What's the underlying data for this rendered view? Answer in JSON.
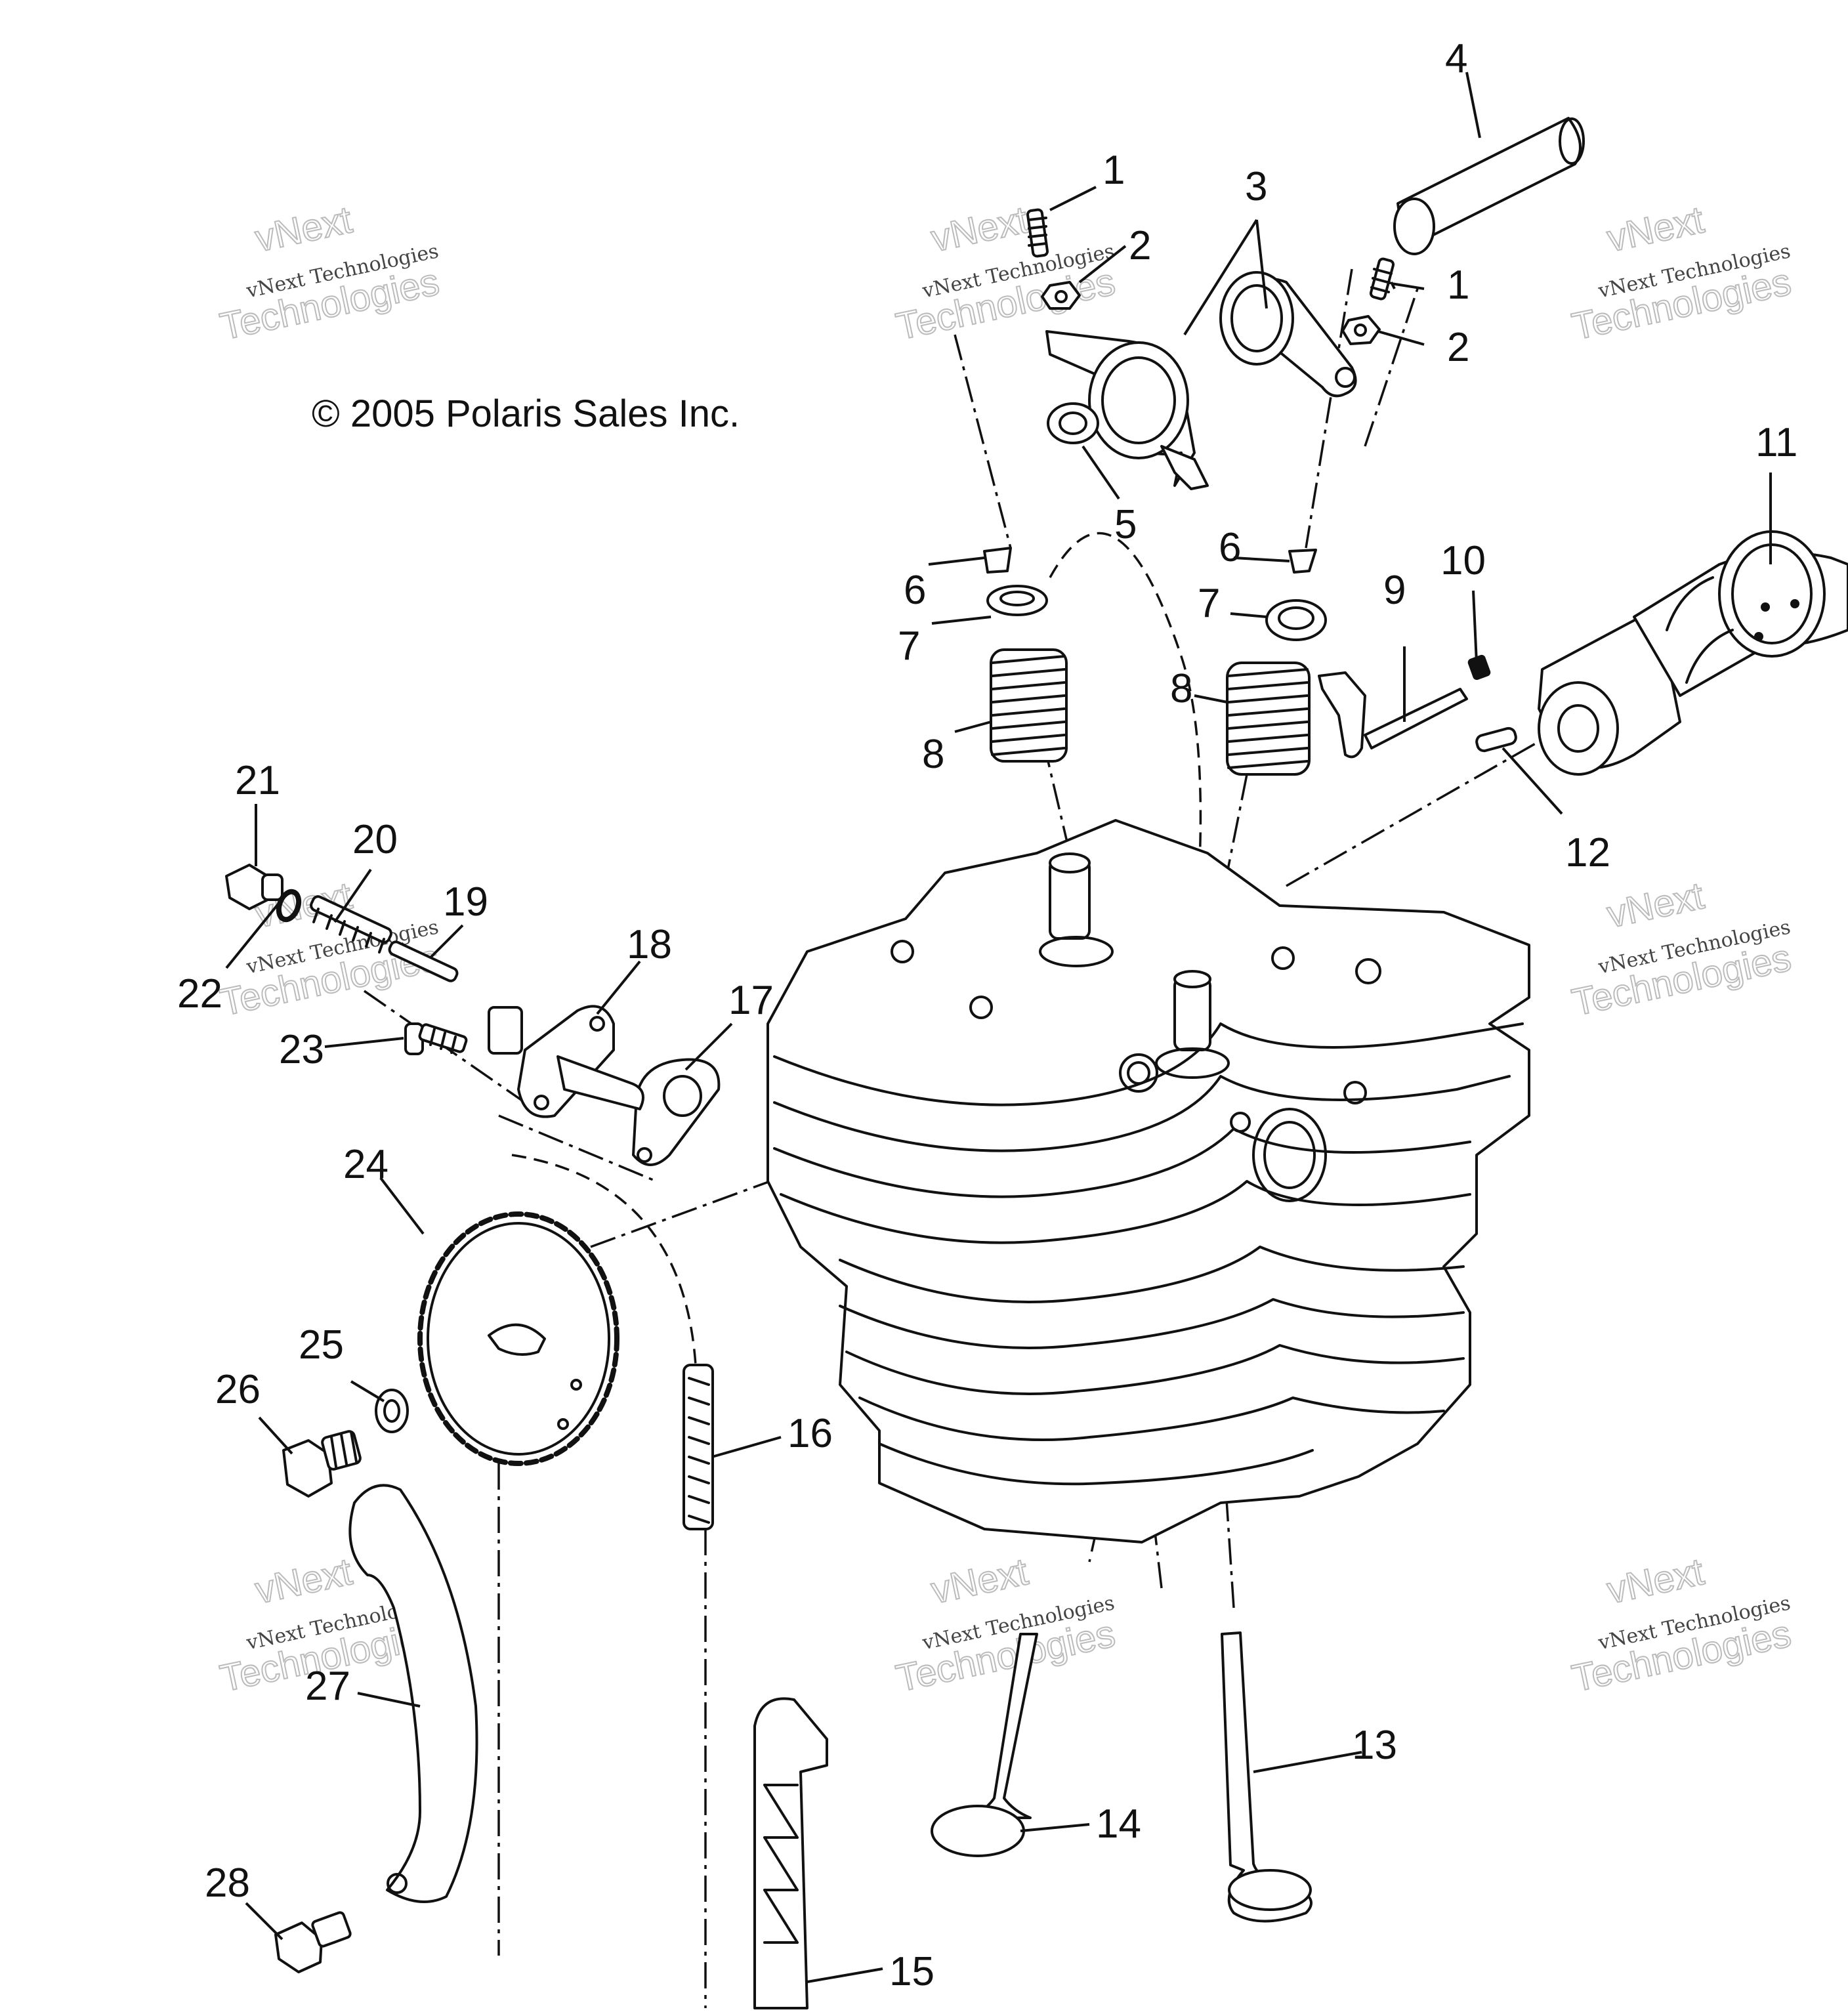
{
  "copyright": "© 2005 Polaris Sales Inc.",
  "watermark": {
    "line_small": "vNext Technologies",
    "line_big_top": "vNext",
    "line_big_bottom": "Technologies"
  },
  "callouts": {
    "n1": "1",
    "n2": "2",
    "n3": "3",
    "n4": "4",
    "n5": "5",
    "n6": "6",
    "n7": "7",
    "n8": "8",
    "n9": "9",
    "n10": "10",
    "n11": "11",
    "n12": "12",
    "n13": "13",
    "n14": "14",
    "n15": "15",
    "n16": "16",
    "n17": "17",
    "n18": "18",
    "n19": "19",
    "n20": "20",
    "n21": "21",
    "n22": "22",
    "n23": "23",
    "n24": "24",
    "n25": "25",
    "n26": "26",
    "n27": "27",
    "n28": "28"
  }
}
